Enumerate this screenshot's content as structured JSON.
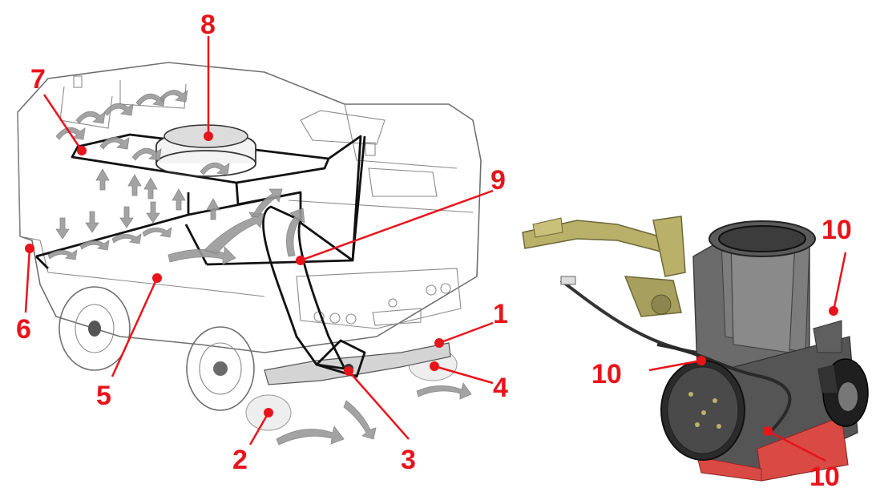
{
  "callouts": [
    {
      "id": "c1",
      "label": "1"
    },
    {
      "id": "c2",
      "label": "2"
    },
    {
      "id": "c3",
      "label": "3"
    },
    {
      "id": "c4",
      "label": "4"
    },
    {
      "id": "c5",
      "label": "5"
    },
    {
      "id": "c6",
      "label": "6"
    },
    {
      "id": "c7",
      "label": "7"
    },
    {
      "id": "c8",
      "label": "8"
    },
    {
      "id": "c9",
      "label": "9"
    },
    {
      "id": "c10a",
      "label": "10"
    },
    {
      "id": "c10b",
      "label": "10"
    },
    {
      "id": "c10c",
      "label": "10"
    }
  ],
  "colors": {
    "accent": "#e8141b",
    "outline": "#6f6f6f",
    "duct": "#111111",
    "airflow": "#9a9a9a",
    "attachment_body": "#6b6b6b",
    "attachment_frame": "#b9b06a",
    "attachment_skirt": "#d94a44"
  },
  "figures": [
    {
      "id": "sweeper",
      "icon": "street-sweeper-airflow-illustration"
    },
    {
      "id": "attachment",
      "icon": "suction-nozzle-attachment-photo"
    }
  ]
}
